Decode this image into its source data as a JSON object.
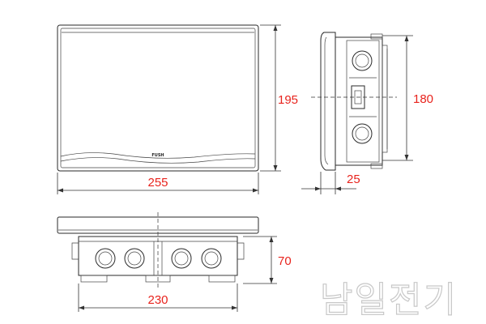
{
  "front_view": {
    "dimension_width": "255",
    "dimension_height": "195",
    "logo_text": "FUSH"
  },
  "side_view": {
    "dimension_height": "180",
    "dimension_depth": "25"
  },
  "bottom_view": {
    "dimension_width": "230",
    "dimension_height": "70"
  },
  "watermark": "남일전기"
}
